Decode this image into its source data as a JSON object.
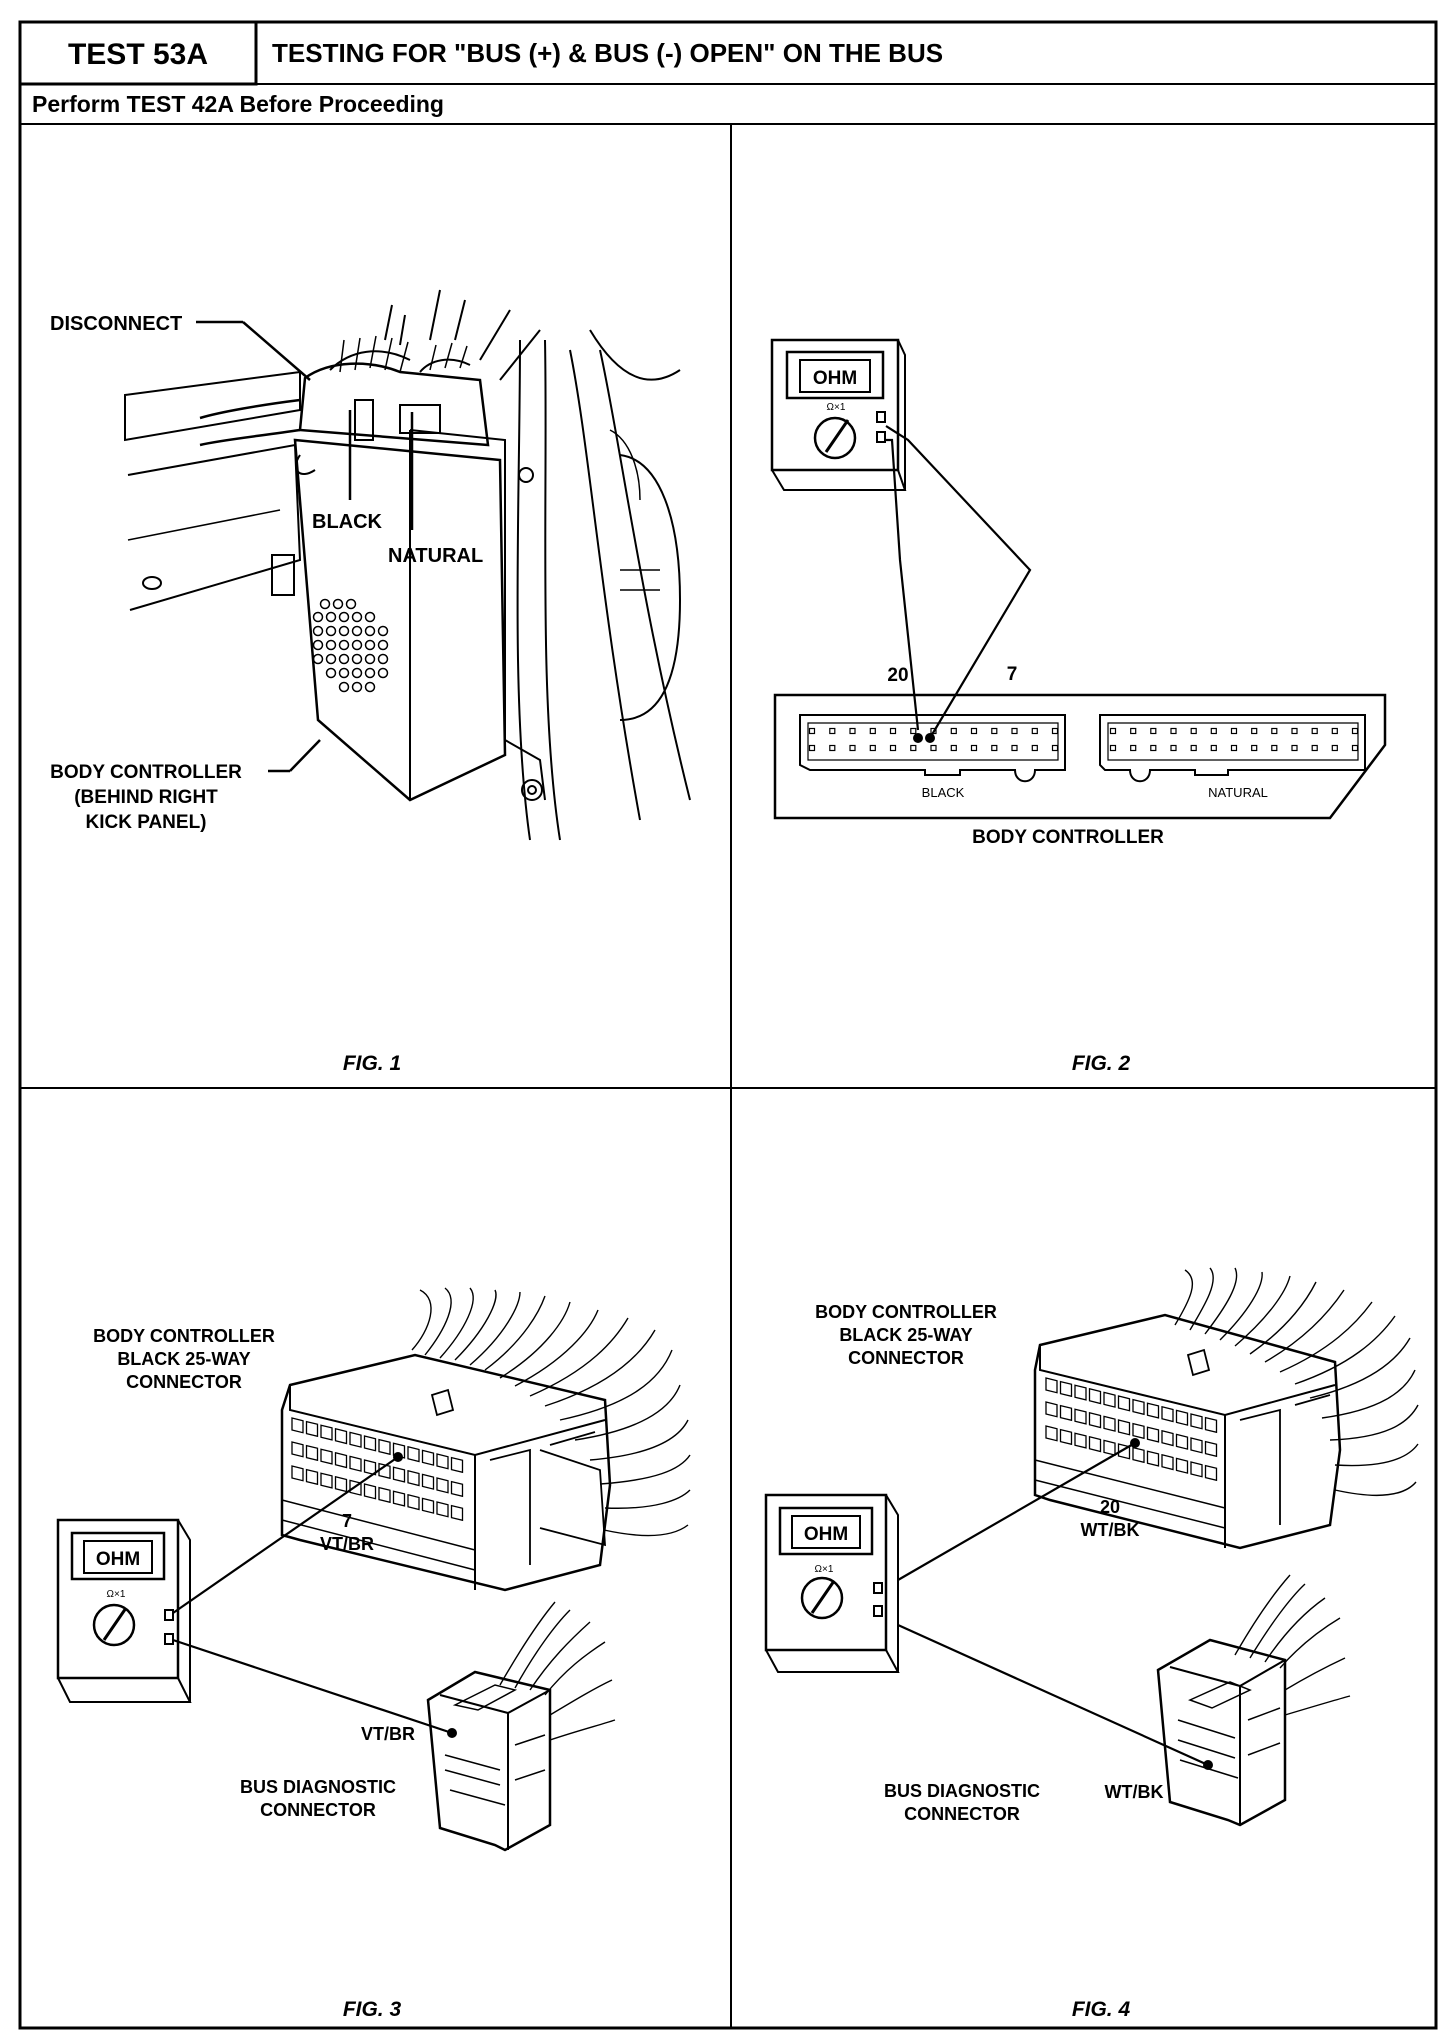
{
  "header": {
    "test_id": "TEST 53A",
    "title": "TESTING FOR \"BUS (+) & BUS (-) OPEN\" ON THE BUS",
    "subtitle": "Perform TEST 42A Before Proceeding"
  },
  "fig1": {
    "caption": "FIG. 1",
    "label_disconnect": "DISCONNECT",
    "label_black": "BLACK",
    "label_natural": "NATURAL",
    "label_controller_1": "BODY CONTROLLER",
    "label_controller_2": "(BEHIND RIGHT",
    "label_controller_3": "KICK PANEL)"
  },
  "fig2": {
    "caption": "FIG. 2",
    "meter_display": "OHM",
    "meter_range": "Ω×1",
    "pin_20": "20",
    "pin_7": "7",
    "conn_black": "BLACK",
    "conn_natural": "NATURAL",
    "controller_label": "BODY CONTROLLER"
  },
  "fig3": {
    "caption": "FIG. 3",
    "meter_display": "OHM",
    "meter_range": "Ω×1",
    "conn_label_1": "BODY CONTROLLER",
    "conn_label_2": "BLACK 25-WAY",
    "conn_label_3": "CONNECTOR",
    "pin_num": "7",
    "pin_wire": "VT/BR",
    "diag_wire": "VT/BR",
    "diag_label_1": "BUS DIAGNOSTIC",
    "diag_label_2": "CONNECTOR"
  },
  "fig4": {
    "caption": "FIG. 4",
    "meter_display": "OHM",
    "meter_range": "Ω×1",
    "conn_label_1": "BODY CONTROLLER",
    "conn_label_2": "BLACK 25-WAY",
    "conn_label_3": "CONNECTOR",
    "pin_num": "20",
    "pin_wire": "WT/BK",
    "diag_wire": "WT/BK",
    "diag_label_1": "BUS DIAGNOSTIC",
    "diag_label_2": "CONNECTOR"
  }
}
